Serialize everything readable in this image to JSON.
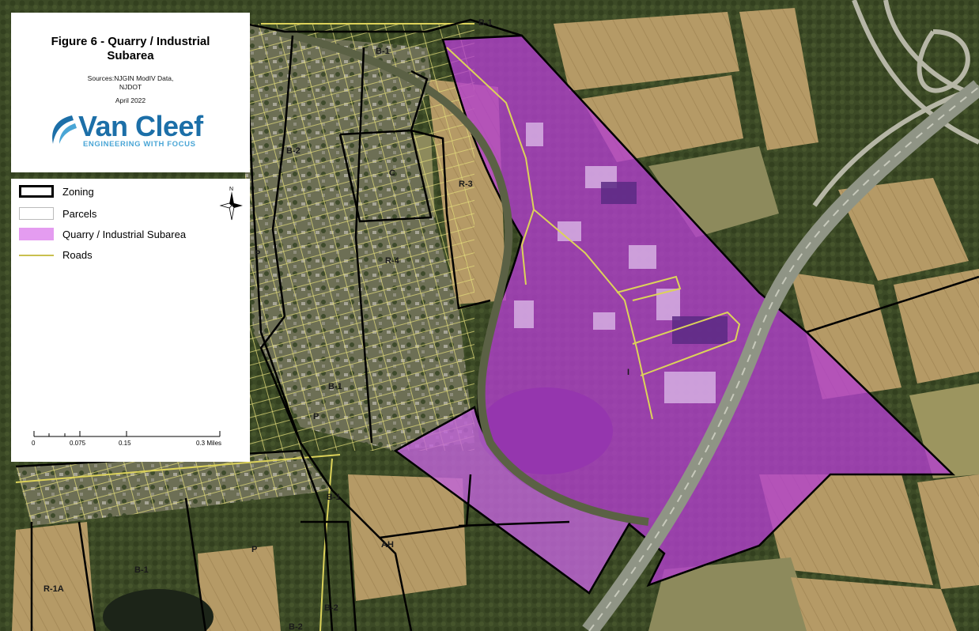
{
  "title": {
    "text": "Figure 6 - Quarry / Industrial Subarea",
    "sources": "Sources:NJGIN ModIV Data, NJDOT",
    "date": "April 2022"
  },
  "logo": {
    "name": "Van Cleef",
    "tagline": "ENGINEERING WITH FOCUS",
    "color": "#1c6fa8"
  },
  "legend": {
    "items": [
      {
        "label": "Zoning",
        "symbol": "thick-black-outline"
      },
      {
        "label": "Parcels",
        "symbol": "thin-gray-outline"
      },
      {
        "label": "Quarry / Industrial Subarea",
        "symbol": "pink-fill",
        "color": "#e49cf0"
      },
      {
        "label": "Roads",
        "symbol": "yellow-line",
        "color": "#c9c04f"
      }
    ],
    "north_label": "N"
  },
  "scale_bar": {
    "ticks": [
      "0",
      "0.075",
      "0.15",
      "0.3 Miles"
    ]
  },
  "map": {
    "subarea_color": "#b43fd0",
    "zone_labels": [
      "B-1",
      "B-1",
      "B-2",
      "C",
      "R-3",
      "R-4",
      "P",
      "B-1",
      "P",
      "B-1",
      "P",
      "AH",
      "B-1",
      "R-1A",
      "I",
      "B-2",
      "B-2"
    ]
  }
}
